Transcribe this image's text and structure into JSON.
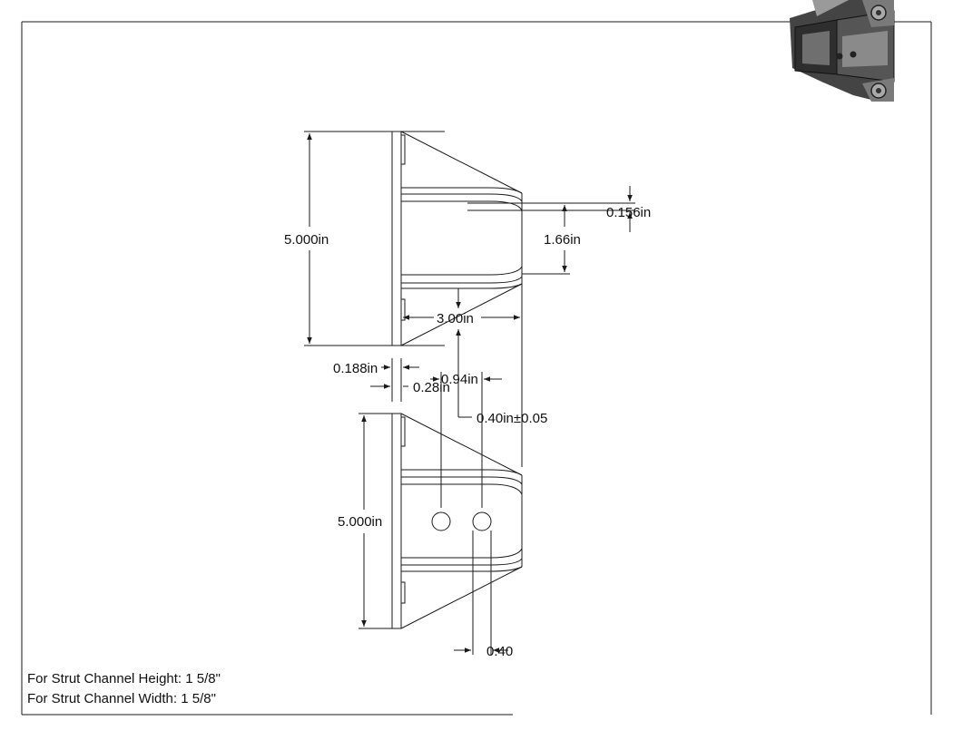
{
  "dimensions": {
    "top_height": "5.000in",
    "slot_offset": "0.156in",
    "slot_height": "1.66in",
    "base_width": "3.00in",
    "plate_thickness": "0.188in",
    "hole_offset_from_plate": "0.28in",
    "hole_spacing": "0.94in",
    "slot_width_tol": "0.40in±0.05",
    "bottom_height": "5.000in",
    "hole_diameter": "0.40"
  },
  "notes": {
    "strut_height": "For Strut Channel Height: 1 5/8\"",
    "strut_width": "For Strut Channel Width: 1 5/8\""
  },
  "colors": {
    "line": "#1a1a1a",
    "thumbnail_dark": "#3c3c3c",
    "thumbnail_light": "#9a9a9a"
  }
}
